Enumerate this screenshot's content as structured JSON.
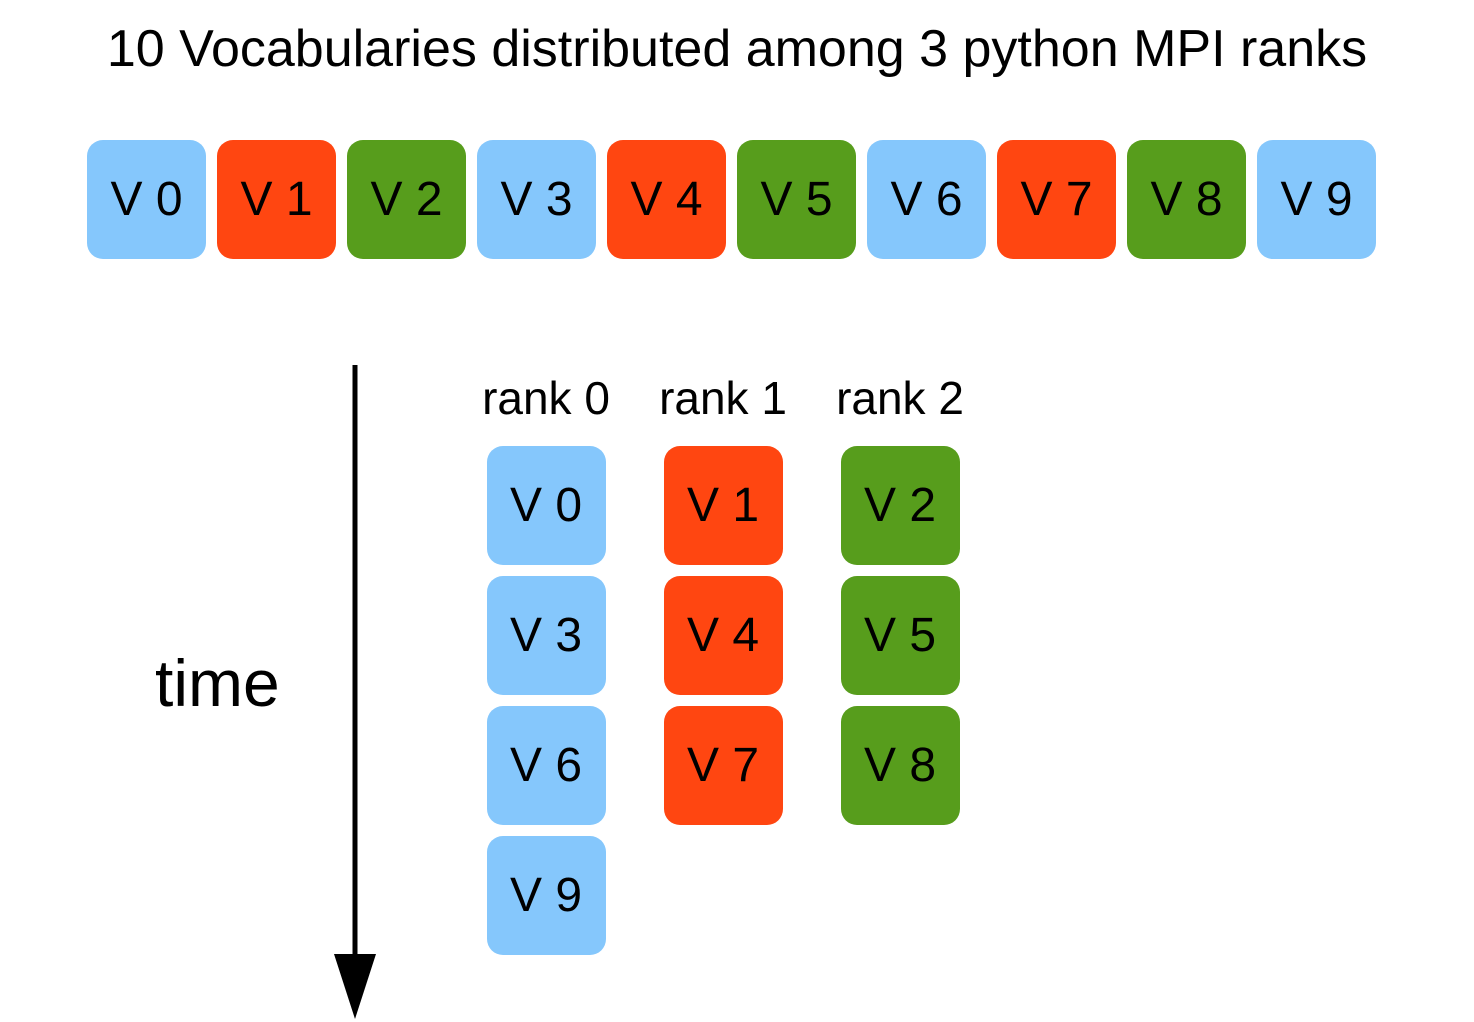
{
  "title": "10 Vocabularies distributed among 3 python MPI ranks",
  "colors": {
    "rank0": "#85c7fc",
    "rank1": "#ff4611",
    "rank2": "#579d1c",
    "arrow": "#000000"
  },
  "vocabularies": [
    {
      "label": "V 0",
      "rank": 0
    },
    {
      "label": "V 1",
      "rank": 1
    },
    {
      "label": "V 2",
      "rank": 2
    },
    {
      "label": "V 3",
      "rank": 0
    },
    {
      "label": "V 4",
      "rank": 1
    },
    {
      "label": "V 5",
      "rank": 2
    },
    {
      "label": "V 6",
      "rank": 0
    },
    {
      "label": "V 7",
      "rank": 1
    },
    {
      "label": "V 8",
      "rank": 2
    },
    {
      "label": "V 9",
      "rank": 0
    }
  ],
  "time_label": "time",
  "ranks": [
    {
      "label": "rank 0",
      "blocks": [
        "V 0",
        "V 3",
        "V 6",
        "V 9"
      ]
    },
    {
      "label": "rank 1",
      "blocks": [
        "V 1",
        "V 4",
        "V 7"
      ]
    },
    {
      "label": "rank 2",
      "blocks": [
        "V 2",
        "V 5",
        "V 8"
      ]
    }
  ]
}
